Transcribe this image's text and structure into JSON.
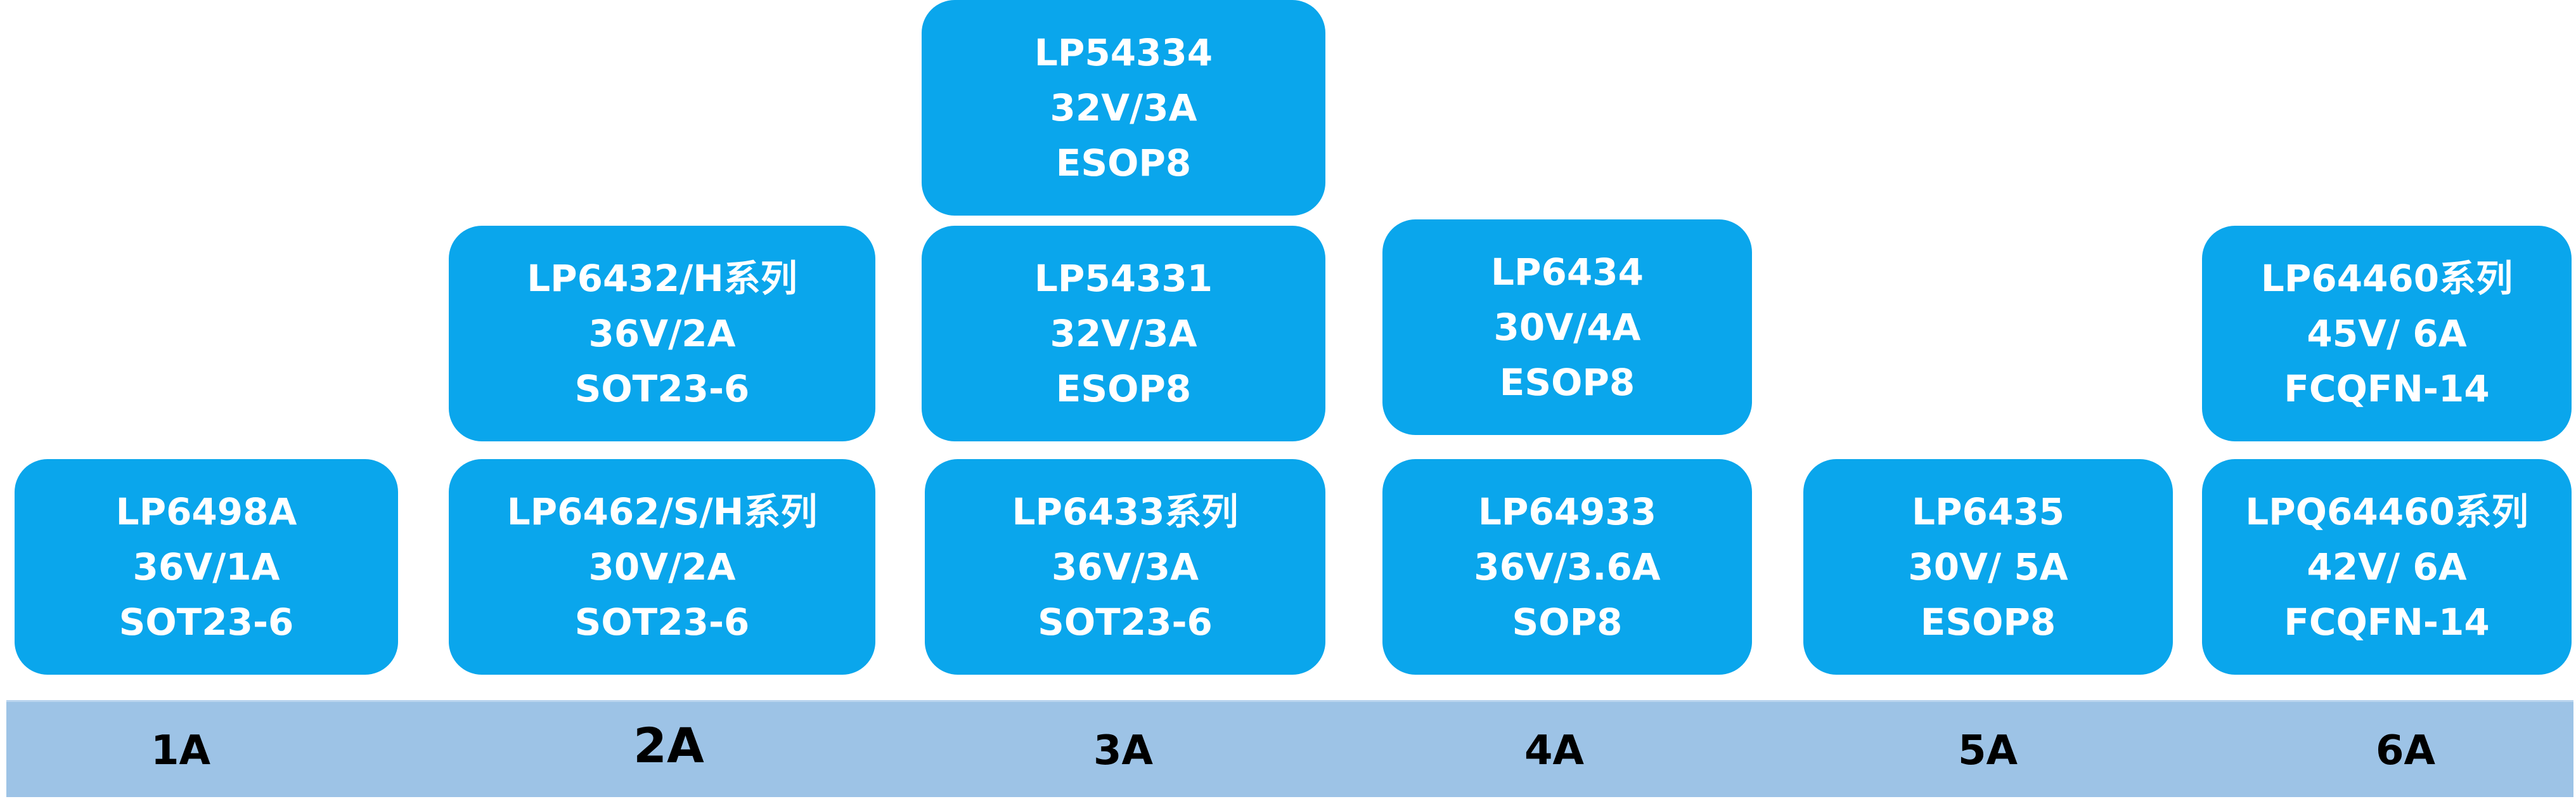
{
  "axis": {
    "labels": [
      "1A",
      "2A",
      "3A",
      "4A",
      "5A",
      "6A"
    ]
  },
  "colors": {
    "card_fill": "#0aa6ec",
    "card_text": "#ffffff",
    "axis_bar": "#9dc3e6",
    "axis_text": "#000000"
  },
  "cards": [
    {
      "part": "LP6498A",
      "rating": "36V/1A",
      "package": "SOT23-6"
    },
    {
      "part": "LP6432/H系列",
      "rating": "36V/2A",
      "package": "SOT23-6"
    },
    {
      "part": "LP6462/S/H系列",
      "rating": "30V/2A",
      "package": "SOT23-6"
    },
    {
      "part": "LP54334",
      "rating": "32V/3A",
      "package": "ESOP8"
    },
    {
      "part": "LP54331",
      "rating": "32V/3A",
      "package": "ESOP8"
    },
    {
      "part": "LP6433系列",
      "rating": "36V/3A",
      "package": "SOT23-6"
    },
    {
      "part": "LP6434",
      "rating": "30V/4A",
      "package": "ESOP8"
    },
    {
      "part": "LP64933",
      "rating": "36V/3.6A",
      "package": "SOP8"
    },
    {
      "part": "LP6435",
      "rating": "30V/ 5A",
      "package": "ESOP8"
    },
    {
      "part": "LP64460系列",
      "rating": "45V/ 6A",
      "package": "FCQFN-14"
    },
    {
      "part": "LPQ64460系列",
      "rating": "42V/ 6A",
      "package": "FCQFN-14"
    }
  ]
}
